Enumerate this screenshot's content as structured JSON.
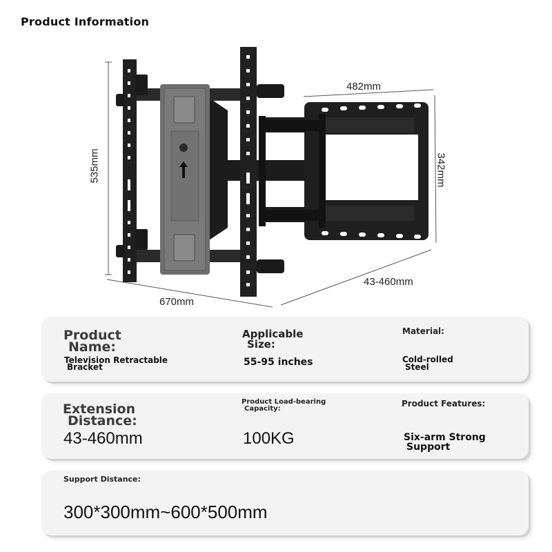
{
  "page": {
    "title": "Product Information"
  },
  "dimensions": {
    "height": "535mm",
    "width": "670mm",
    "plate_width": "482mm",
    "plate_height": "342mm",
    "extension": "43-460mm"
  },
  "specs": {
    "product_name": {
      "label_line1": "Product",
      "label_line2": "Name:",
      "value_line1": "Television Retractable",
      "value_line2": "Bracket"
    },
    "applicable_size": {
      "label_line1": "Applicable",
      "label_line2": "Size:",
      "value": "55-95 inches"
    },
    "material": {
      "label": "Material:",
      "value_line1": "Cold-rolled",
      "value_line2": "Steel"
    },
    "extension_distance": {
      "label_line1": "Extension",
      "label_line2": "Distance:",
      "value": "43-460mm"
    },
    "load_bearing": {
      "label_line1": "Product Load-bearing",
      "label_line2": "Capacity:",
      "value": "100KG"
    },
    "features": {
      "label": "Product Features:",
      "value_line1": "Six-arm Strong",
      "value_line2": "Support"
    },
    "support_distance": {
      "label": "Support Distance:",
      "value": "300*300mm~600*500mm"
    }
  },
  "colors": {
    "card_background": "#f3f3f3",
    "bracket_metal": "#1c1c1c",
    "wall_plate": "#6f6f6f"
  }
}
